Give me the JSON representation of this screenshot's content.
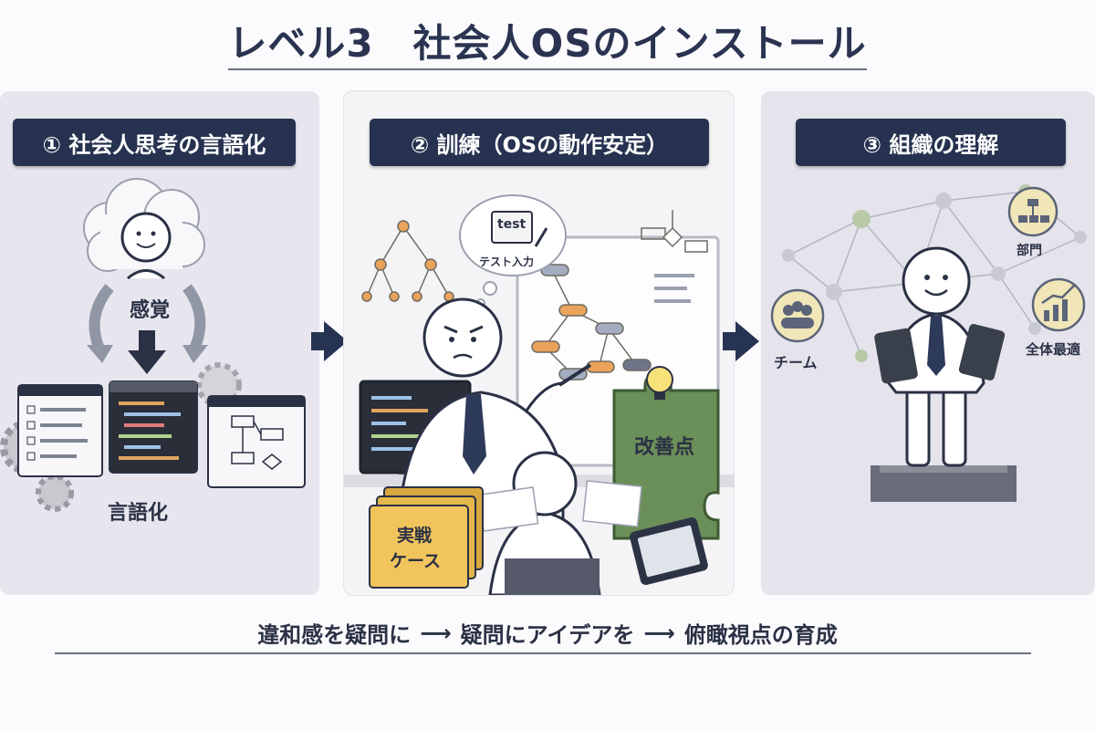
{
  "title": "レベル3　社会人OSのインストール",
  "panels": [
    {
      "badge": "① 社会人思考の言語化",
      "labels": {
        "sense": "感覚",
        "verbalize": "言語化"
      }
    },
    {
      "badge": "② 訓練（OSの動作安定）",
      "labels": {
        "bubble_test": "test",
        "bubble_input": "テスト入力",
        "puzzle": "改善点",
        "folder_line1": "実戦",
        "folder_line2": "ケース"
      }
    },
    {
      "badge": "③ 組織の理解",
      "labels": {
        "team": "チーム",
        "department": "部門",
        "overall": "全体最適"
      }
    }
  ],
  "flow": {
    "steps": [
      "違和感を疑問に",
      "疑問にアイデアを",
      "俯瞰視点の育成"
    ],
    "separator": "⟶"
  },
  "colors": {
    "navy": "#263250",
    "green": "#5e8a4e",
    "folder": "#f2c55c",
    "orange": "#e9a35a"
  }
}
